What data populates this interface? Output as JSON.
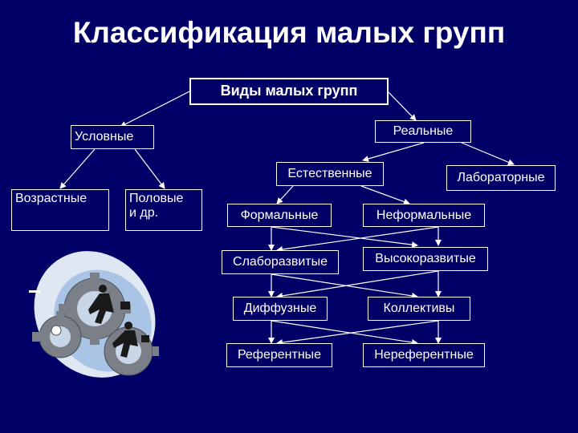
{
  "title": "Классификация малых групп",
  "diagram": {
    "root": "Виды малых групп",
    "conditional": "Условные",
    "real": "Реальные",
    "age": "Возрастные",
    "gender": [
      "Половые",
      "и др."
    ],
    "natural": "Естественные",
    "laboratory": "Лабораторные",
    "formal": "Формальные",
    "informal": "Неформальные",
    "underdeveloped": "Слаборазвитые",
    "highly_developed": "Высокоразвитые",
    "diffuse": "Диффузные",
    "collectives": "Коллективы",
    "referent": "Референтные",
    "non_referent": "Нереферентные"
  },
  "colors": {
    "background": "#000066",
    "text": "#ffffff",
    "line": "#ffffff"
  },
  "illustration": "businessmen-running-on-gears-clipart"
}
